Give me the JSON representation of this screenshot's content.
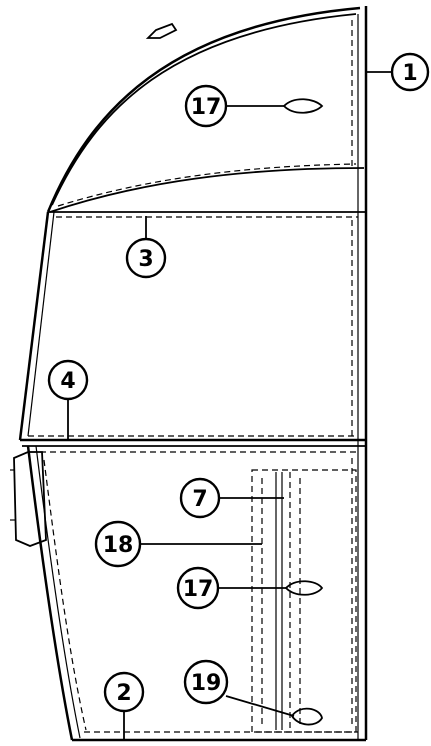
{
  "callouts": {
    "c1": "1",
    "c17_top": "17",
    "c3": "3",
    "c4": "4",
    "c7": "7",
    "c18": "18",
    "c17_bottom": "17",
    "c2": "2",
    "c19": "19"
  }
}
